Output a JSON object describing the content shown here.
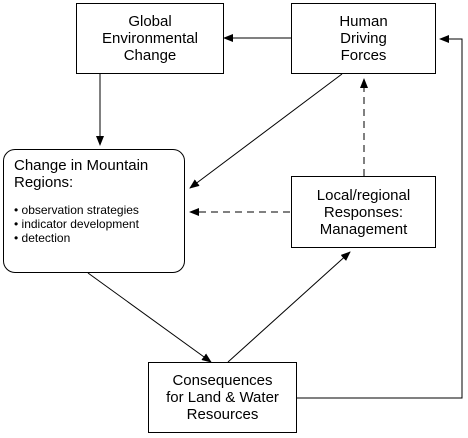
{
  "boxes": {
    "global": [
      "Global",
      "Environmental",
      "Change"
    ],
    "human": [
      "Human",
      "Driving",
      "Forces"
    ],
    "mountain": {
      "title": [
        "Change in Mountain",
        "Regions:"
      ],
      "bullets": [
        "• observation strategies",
        "• indicator development",
        "• detection"
      ]
    },
    "local": [
      "Local/regional",
      "Responses:",
      "Management"
    ],
    "consequences": [
      "Consequences",
      "for Land & Water",
      "Resources"
    ]
  }
}
